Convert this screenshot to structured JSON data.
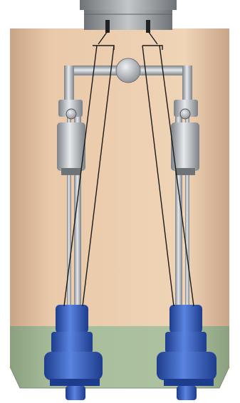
{
  "diagram": {
    "components": [
      {
        "name": "drive-head",
        "kind": "motor housing"
      },
      {
        "name": "tank",
        "kind": "vessel"
      },
      {
        "name": "guide-rail-manifold",
        "kind": "piping"
      },
      {
        "name": "left-pump",
        "kind": "submersible pump"
      },
      {
        "name": "right-pump",
        "kind": "submersible pump"
      }
    ],
    "colors": {
      "tank_upper": "#e9c9a9",
      "tank_upper_shade": "#c9a487",
      "liquid": "#a8bd9b",
      "liquid_shade": "#8aa07e",
      "pipe": "#b8bcc0",
      "pipe_dark": "#7c8187",
      "pump_blue": "#3a63c8",
      "pump_blue_dark": "#1e3c8c",
      "cable": "#1a1a1a",
      "head": "#9a9ea2"
    }
  }
}
